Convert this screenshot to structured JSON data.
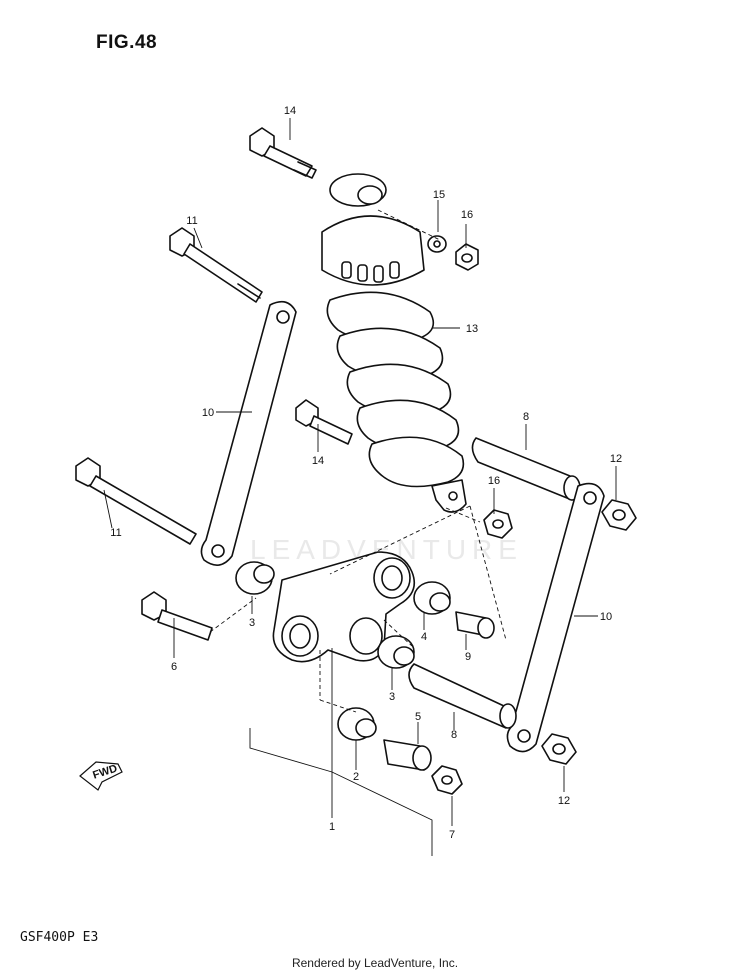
{
  "figure": {
    "title": "FIG.48",
    "model_code": "GSF400P  E3",
    "footer": "Rendered by LeadVenture, Inc.",
    "watermark": "LEADVENTURE"
  },
  "fwd_label": "FWD",
  "callouts": [
    "14",
    "15",
    "16",
    "11",
    "13",
    "10",
    "14",
    "8",
    "12",
    "16",
    "11",
    "3",
    "4",
    "9",
    "10",
    "6",
    "3",
    "5",
    "8",
    "2",
    "12",
    "1",
    "7"
  ],
  "colors": {
    "line": "#111111",
    "watermark": "#e9e9e9"
  }
}
